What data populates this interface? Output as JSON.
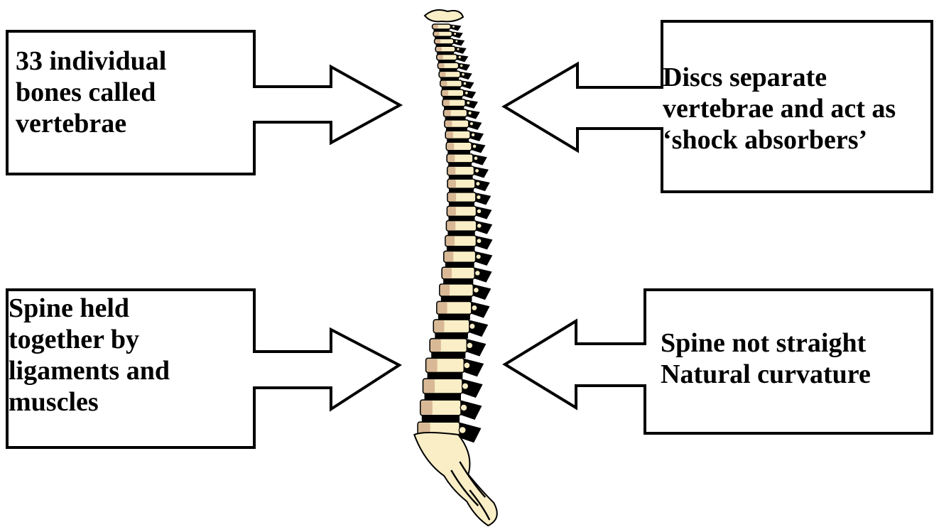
{
  "callouts": {
    "top_left": "33 individual\nbones called\nvertebrae",
    "top_right": "Discs separate\nvertebrae and act as\n‘shock absorbers’",
    "bottom_left": "Spine held\ntogether by\nligaments and\nmuscles",
    "bottom_right": "Spine not straight\nNatural curvature"
  },
  "colors": {
    "bone": "#f9eec6",
    "bone_shadow": "#d9b896",
    "outline": "#000000",
    "background": "#ffffff"
  }
}
